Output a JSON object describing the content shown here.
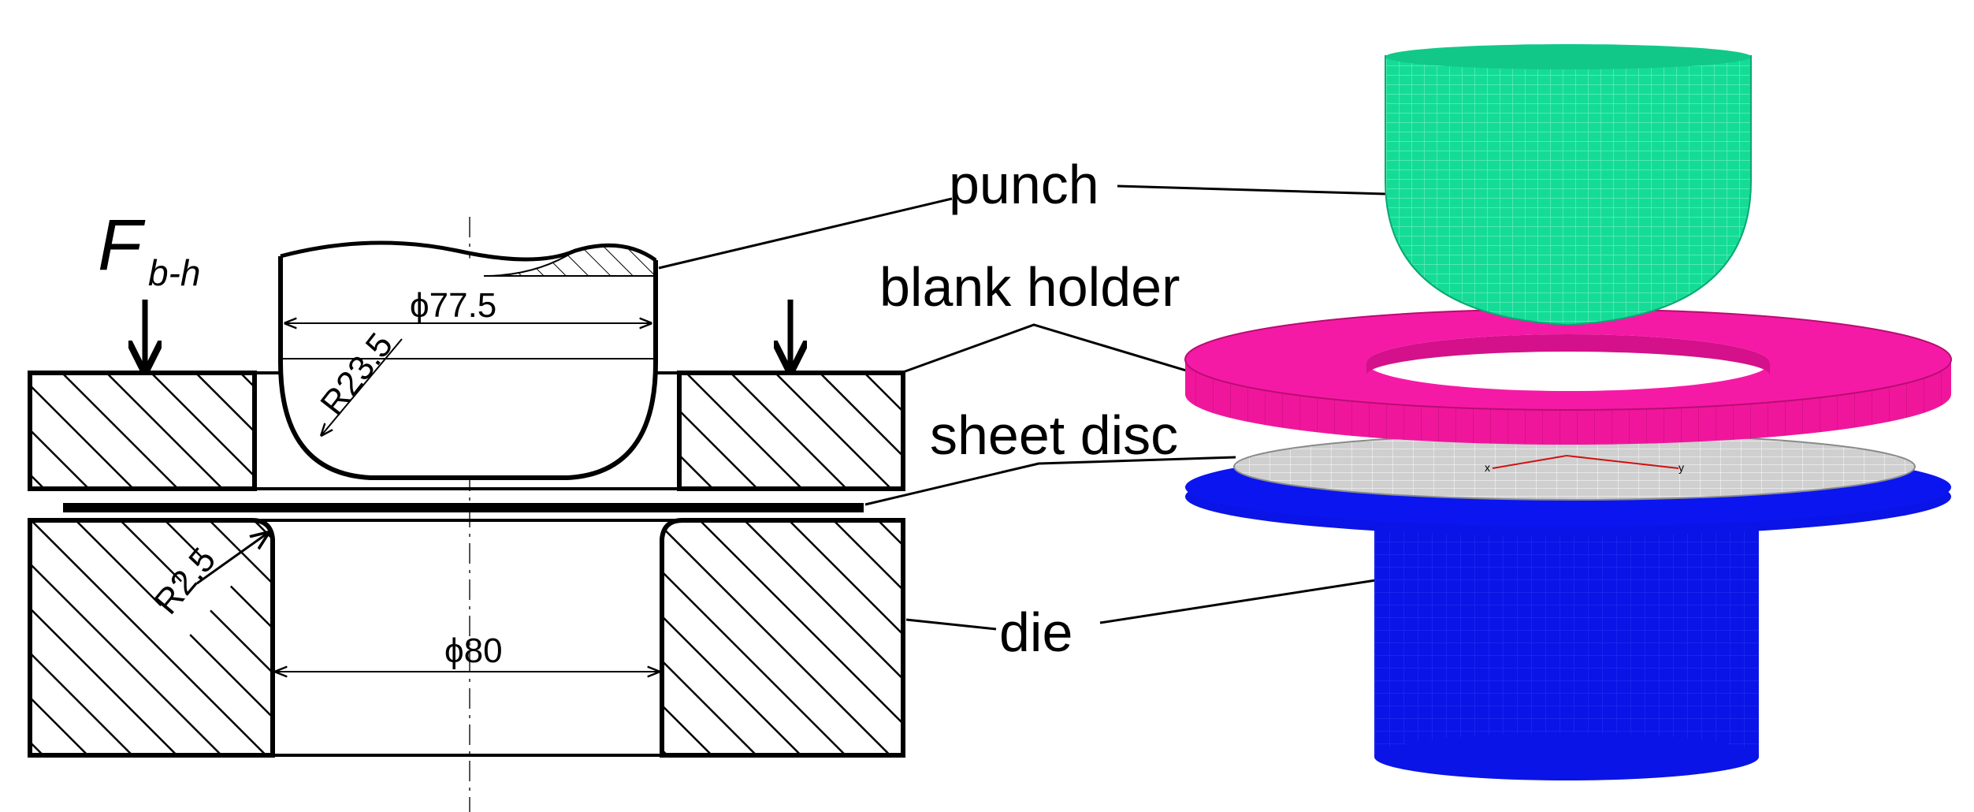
{
  "labels": {
    "punch": "punch",
    "blank_holder": "blank holder",
    "sheet_disc": "sheet disc",
    "die": "die"
  },
  "force": {
    "symbol": "F",
    "subscript": "b-h"
  },
  "dimensions": {
    "punch_diameter": "ϕ77.5",
    "punch_radius": "R23.5",
    "die_radius": "R2.5",
    "die_opening": "ϕ80"
  },
  "axis_labels": {
    "x": "x",
    "y": "y"
  },
  "colors": {
    "punch": "#14dc96",
    "blank_holder": "#f0169c",
    "sheet_disc": "#cfcfcf",
    "die": "#0a14e6",
    "outline": "#000000"
  }
}
